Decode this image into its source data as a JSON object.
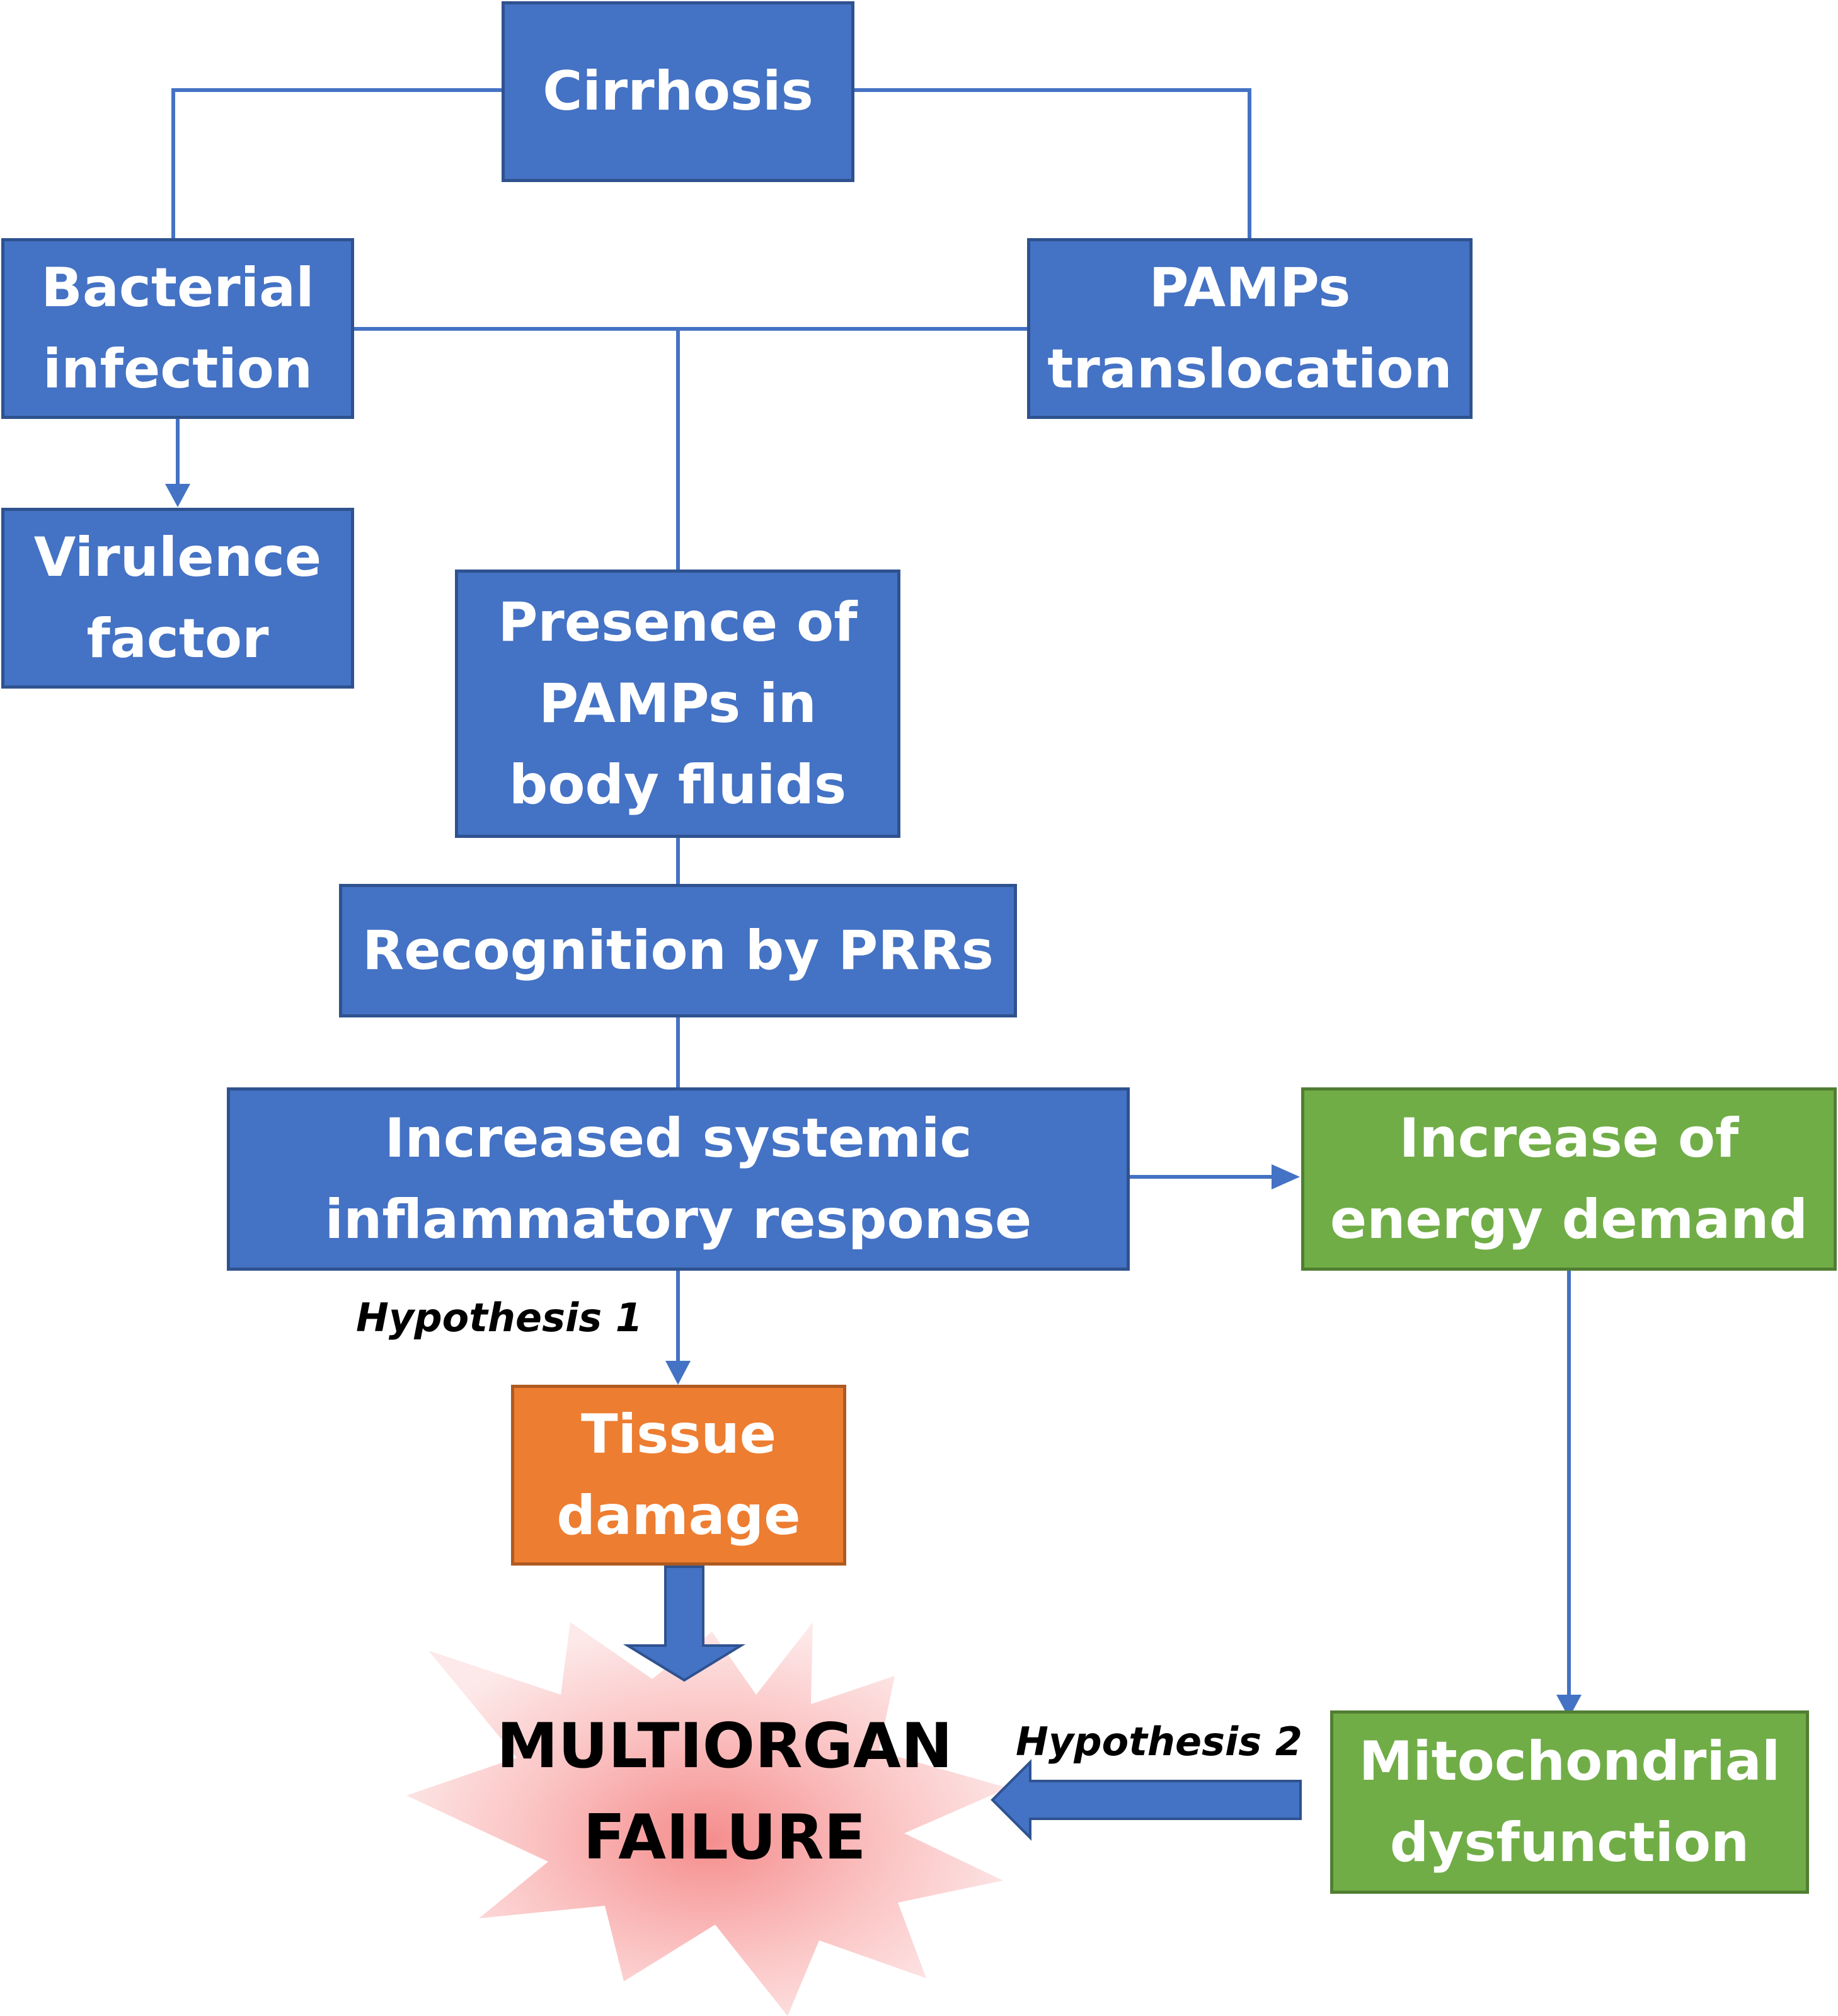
{
  "nodes": {
    "cirrhosis": "Cirrhosis",
    "bacterial_infection": "Bacterial\ninfection",
    "pamps_translocation": "PAMPs\ntranslocation",
    "virulence_factor": "Virulence\nfactor",
    "presence_of_pamps": "Presence of\nPAMPs in\nbody fluids",
    "recognition_by_prrs": "Recognition by PRRs",
    "inflammatory_response": "Increased systemic\ninflammatory response",
    "energy_demand": "Increase of\nenergy demand",
    "tissue_damage": "Tissue\ndamage",
    "mitochondrial_dysfunction": "Mitochondrial\ndysfunction",
    "multiorgan_failure": "MULTIORGAN\nFAILURE"
  },
  "labels": {
    "hypothesis_1": "Hypothesis 1",
    "hypothesis_2": "Hypothesis 2"
  },
  "colors": {
    "blue": "#4472c4",
    "green": "#70ad47",
    "orange": "#ed7d31",
    "line": "#4472c4",
    "burst": "#f4a0a0"
  }
}
